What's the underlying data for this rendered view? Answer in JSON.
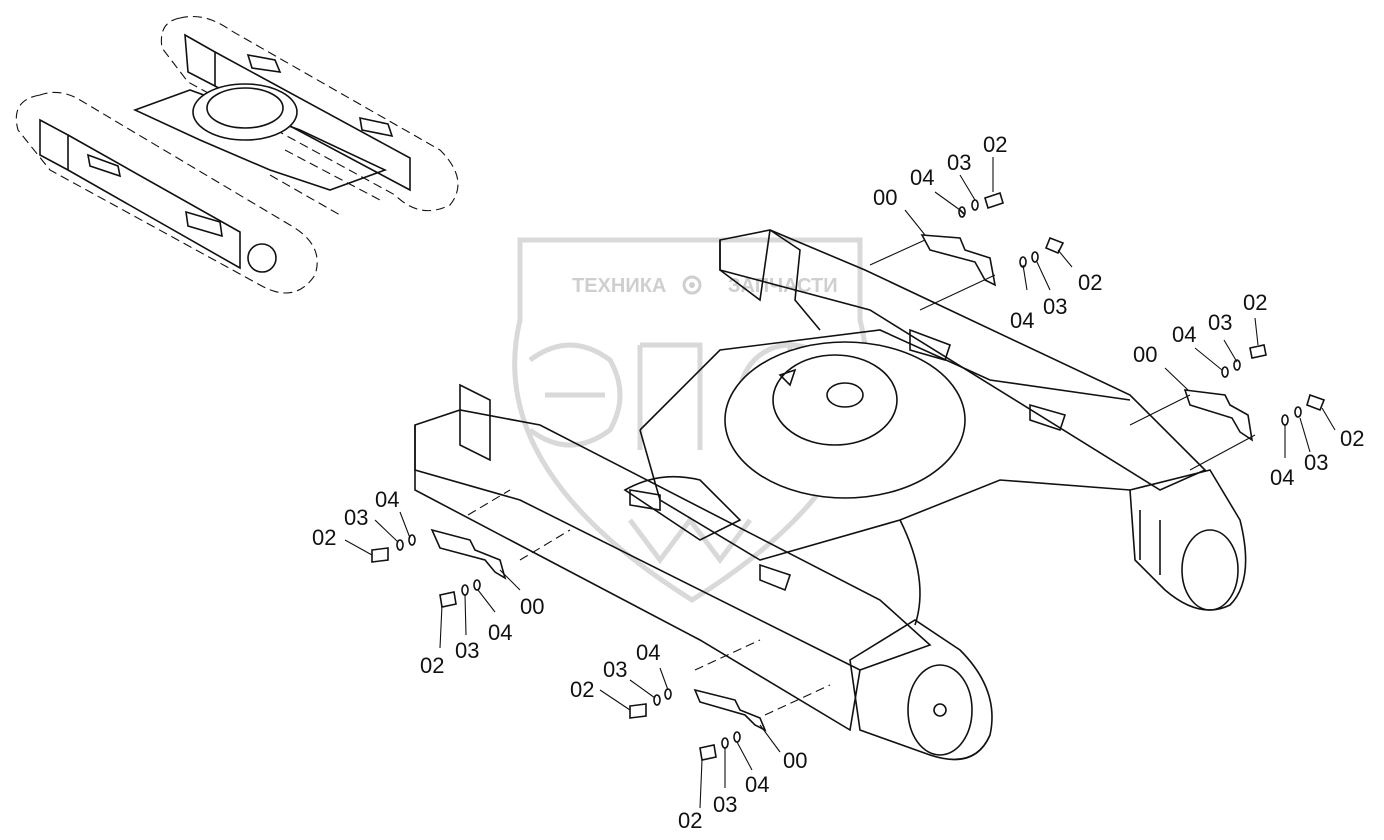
{
  "watermark": {
    "left_text": "ТЕХНИКА",
    "right_text": "ЗАПЧАСТИ",
    "logo_text": "ЭПФ",
    "gear_icon": "gear-icon",
    "color": "#d0d0d0"
  },
  "callouts": [
    {
      "id": "c1",
      "text": "02"
    },
    {
      "id": "c2",
      "text": "03"
    },
    {
      "id": "c3",
      "text": "04"
    },
    {
      "id": "c4",
      "text": "00"
    },
    {
      "id": "c5",
      "text": "04"
    },
    {
      "id": "c6",
      "text": "03"
    },
    {
      "id": "c7",
      "text": "02"
    },
    {
      "id": "c8",
      "text": "02"
    },
    {
      "id": "c9",
      "text": "03"
    },
    {
      "id": "c10",
      "text": "04"
    },
    {
      "id": "c11",
      "text": "00"
    },
    {
      "id": "c12",
      "text": "04"
    },
    {
      "id": "c13",
      "text": "03"
    },
    {
      "id": "c14",
      "text": "02"
    },
    {
      "id": "c15",
      "text": "04"
    },
    {
      "id": "c16",
      "text": "03"
    },
    {
      "id": "c17",
      "text": "02"
    },
    {
      "id": "c18",
      "text": "00"
    },
    {
      "id": "c19",
      "text": "02"
    },
    {
      "id": "c20",
      "text": "03"
    },
    {
      "id": "c21",
      "text": "04"
    },
    {
      "id": "c22",
      "text": "04"
    },
    {
      "id": "c23",
      "text": "03"
    },
    {
      "id": "c24",
      "text": "02"
    },
    {
      "id": "c25",
      "text": "00"
    },
    {
      "id": "c26",
      "text": "02"
    },
    {
      "id": "c27",
      "text": "03"
    },
    {
      "id": "c28",
      "text": "04"
    }
  ]
}
